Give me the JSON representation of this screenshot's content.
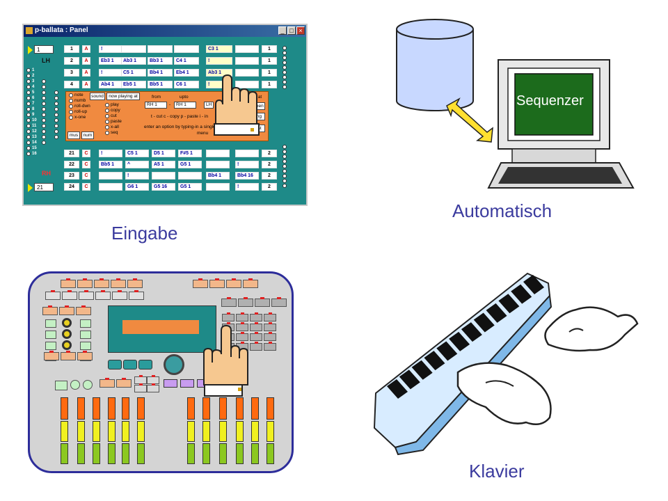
{
  "labels": {
    "eingabe": "Eingabe",
    "automatisch": "Automatisch",
    "klavier": "Klavier",
    "sequenzer": "Sequenzer"
  },
  "panel": {
    "title": "p-ballata : Panel",
    "win_buttons": [
      "_",
      "□",
      "×"
    ],
    "lh_label": "LH",
    "rh_label": "RH",
    "lh_spinner": "1",
    "rh_spinner": "21",
    "top_rows": [
      {
        "num": "1",
        "letter": "A",
        "cells": [
          "!",
          "",
          "",
          ""
        ],
        "extra": "C3 1",
        "right": "1"
      },
      {
        "num": "2",
        "letter": "A",
        "cells": [
          "Eb3 1",
          "Ab3 1",
          "Bb3 1",
          "C4 1"
        ],
        "extra": "!",
        "right": "1"
      },
      {
        "num": "3",
        "letter": "A",
        "cells": [
          "!",
          "C5 1",
          "Bb4 1",
          "Eb4 1"
        ],
        "extra": "Ab3 1",
        "right": "1"
      },
      {
        "num": "4",
        "letter": "A",
        "cells": [
          "Ab4 1",
          "Eb5 1",
          "Bb5 1",
          "C6 1"
        ],
        "extra": "!",
        "right": "1"
      }
    ],
    "bottom_rows": [
      {
        "num": "21",
        "letter": "C",
        "cells": [
          "!",
          "C5 1",
          "D5 1",
          "F#5 1",
          "",
          ""
        ],
        "right": "2"
      },
      {
        "num": "22",
        "letter": "C",
        "cells": [
          "Bb5 1",
          "^",
          "A5 1",
          "G5 1",
          "",
          "!"
        ],
        "right": "2"
      },
      {
        "num": "23",
        "letter": "C",
        "cells": [
          "",
          "!",
          "",
          "",
          "Bb4 1",
          "Bb4 16"
        ],
        "right": "2"
      },
      {
        "num": "24",
        "letter": "C",
        "cells": [
          "",
          "G6 1",
          "G5 16",
          "G5 1",
          "",
          "!"
        ],
        "right": "2"
      }
    ],
    "left_numbers": [
      "1",
      "2",
      "3",
      "4",
      "5",
      "6",
      "7",
      "8",
      "9",
      "10",
      "11",
      "12",
      "13",
      "14",
      "15",
      "16"
    ],
    "menu": {
      "radios_left": [
        "note",
        "numb",
        "roll-dwn",
        "roll-up",
        "x-one"
      ],
      "radios_mid": [
        "play",
        "copy",
        "cut",
        "paste",
        "x-all",
        "seq"
      ],
      "sound": "sound",
      "now_playing": "now playing at",
      "from_label": "from",
      "upto_label": "upto",
      "from_value": "RH 1",
      "dash": "-",
      "upto_value": "RH 1",
      "lh_field": "LH",
      "shortcuts": "t - cut    c - copy    p - paste    i - in",
      "enter_line1": "enter an option by typing-in a single",
      "enter_he": "he",
      "enter_line2": "menu",
      "mus": "mus",
      "num": "num",
      "play_at": "play at",
      "screen": "screen",
      "song": "song",
      "plyst": "plyst"
    }
  }
}
